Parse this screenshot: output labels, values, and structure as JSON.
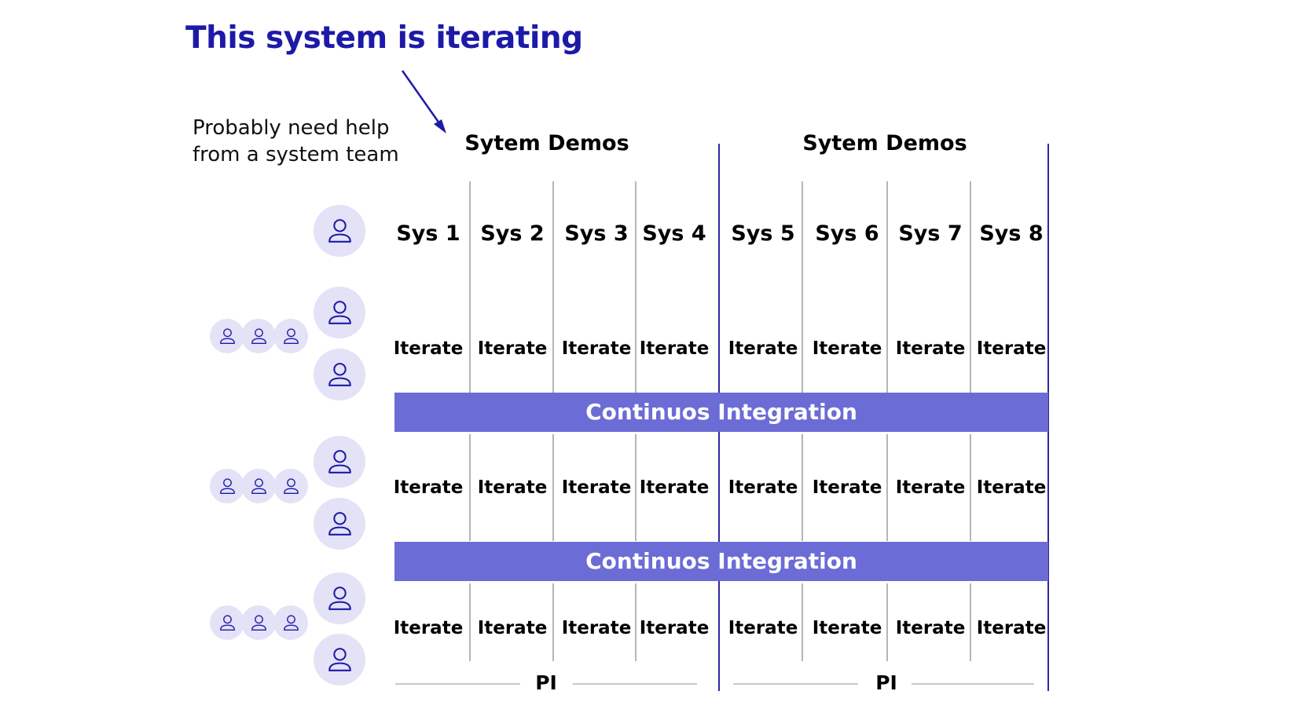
{
  "title": "This system is iterating",
  "note": [
    "Probably need help",
    "from a system team"
  ],
  "demos": [
    "Sytem Demos",
    "Sytem Demos"
  ],
  "columns": [
    "Sys 1",
    "Sys 2",
    "Sys 3",
    "Sys 4",
    "Sys 5",
    "Sys 6",
    "Sys 7",
    "Sys 8"
  ],
  "iterate_label": "Iterate",
  "ci_label": "Continuos Integration",
  "pi_label": "PI",
  "colors": {
    "title": "#1d1aa8",
    "ci_band": "#6b6cd6",
    "boundary_line": "#2e28a0",
    "avatar_bg": "#e3e2f6",
    "avatar_icon": "#1d1aa8"
  },
  "icons": [
    "arrow-icon",
    "person-icon"
  ]
}
